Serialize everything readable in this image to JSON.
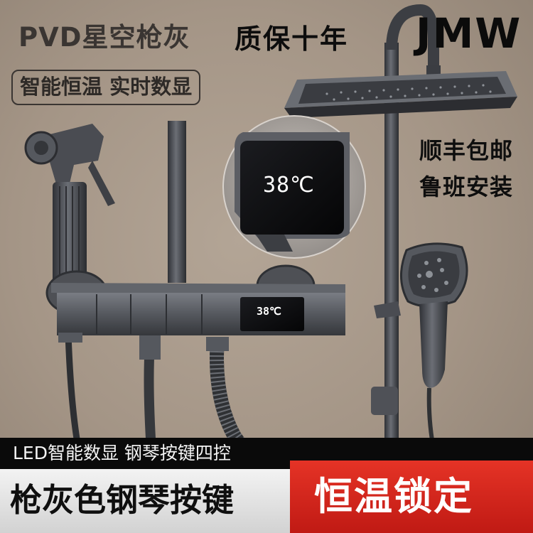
{
  "texts": {
    "title": "PVD星空枪灰",
    "warranty": "质保十年",
    "brand": "JMW",
    "feature_tag": "智能恒温 实时数显",
    "shipping": "顺丰包邮",
    "installation": "鲁班安装",
    "bottom_strip": "LED智能数显  钢琴按键四控",
    "banner_left": "枪灰色钢琴按键",
    "banner_right": "恒温锁定"
  },
  "display": {
    "temperature_zoom": "38℃",
    "temperature_panel": "38℃"
  },
  "colors": {
    "gunmetal": "#4a4c52",
    "banner_red": "#d42a1e",
    "led_white": "#ffffff",
    "background": "#a49586"
  },
  "icons": [
    "hand-sprayer-icon",
    "rain-showerhead-icon",
    "handheld-showerhead-icon",
    "thermostat-display-icon"
  ]
}
